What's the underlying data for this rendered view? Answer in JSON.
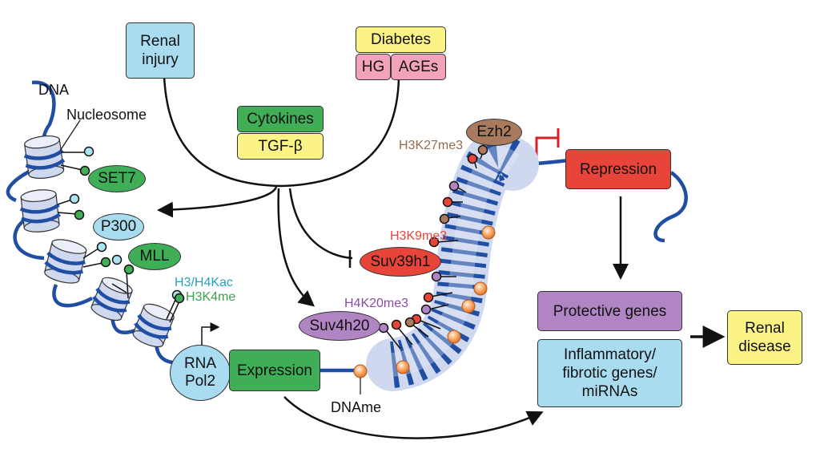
{
  "inputs": {
    "renal_injury": "Renal\ninjury",
    "diabetes": "Diabetes",
    "hg": "HG",
    "ages": "AGEs",
    "cytokines": "Cytokines",
    "tgf_beta": "TGF-β"
  },
  "chromatin": {
    "dna": "DNA",
    "nucleosome": "Nucleosome",
    "rna_pol2": "RNA\nPol2",
    "expression": "Expression",
    "dname": "DNAme"
  },
  "enzymes": {
    "set7": "SET7",
    "p300": "P300",
    "mll": "MLL",
    "suv39h1": "Suv39h1",
    "suv4h20": "Suv4h20",
    "ezh2": "Ezh2"
  },
  "marks": {
    "h3_h4kac": "H3/H4Kac",
    "h3k4me": "H3K4me",
    "h3k9me3": "H3K9me3",
    "h4k20me3": "H4K20me3",
    "h3k27me3": "H3K27me3"
  },
  "outcomes": {
    "repression": "Repression",
    "protective_genes": "Protective genes",
    "inflammatory_genes": "Inflammatory/\nfibrotic genes/\nmiRNAs",
    "renal_disease": "Renal\ndisease"
  },
  "colors": {
    "dna_blue": "#1f4ea3",
    "nucleosome_fill": "#cfd8ee",
    "light_blue_box": "#a9dcf0",
    "yellow_box": "#fbf386",
    "pink_box": "#f2a3b9",
    "green_box": "#3fae57",
    "red_box": "#e8453a",
    "purple_box": "#b184c4",
    "brown_oval": "#a97a5e",
    "cyan_text": "#27a0c0",
    "green_text": "#3aa34c",
    "red_text": "#e8453a",
    "purple_text": "#8a4ba6",
    "brown_text": "#9a6a4e"
  }
}
